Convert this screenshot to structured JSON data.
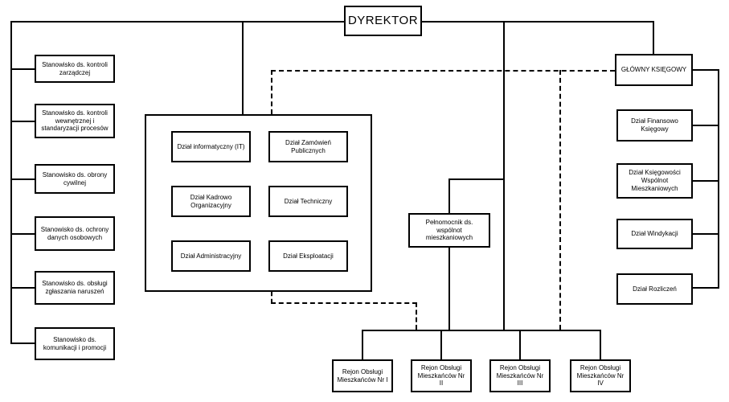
{
  "org_chart": {
    "root": "DYREKTOR",
    "staff_positions": [
      "Stanowisko ds. kontroli zarządczej",
      "Stanowisko ds. kontroli wewnętrznej i standaryzacji procesów",
      "Stanowisko ds. obrony cywilnej",
      "Stanowisko ds. ochrony danych osobowych",
      "Stanowisko ds. obsługi zgłaszania naruszeń",
      "Stanowisko ds. komunikacji i promocji"
    ],
    "departments": [
      "Dział informatyczny (IT)",
      "Dział Zamówień Publicznych",
      "Dział Kadrowo Organizacyjny",
      "Dział Techniczny",
      "Dział Administracyjny",
      "Dział Eksploatacji"
    ],
    "representative": "Pełnomocnik ds. wspólnot mieszkaniowych",
    "chief_accountant": "GŁÓWNY KSIĘGOWY",
    "accounting_departments": [
      "Dział Finansowo Księgowy",
      "Dział Księgowości Wspólnot Mieszkaniowych",
      "Dział Windykacji",
      "Dział Rozliczeń"
    ],
    "service_regions": [
      "Rejon Obsługi Mieszkańców Nr I",
      "Rejon Obsługi Mieszkańców Nr II",
      "Rejon Obsługi Mieszkańców Nr III",
      "Rejon Obsługi Mieszkańców Nr IV"
    ],
    "colors": {
      "line": "#000000",
      "box_border": "#000000",
      "background": "#ffffff",
      "text": "#000000"
    }
  }
}
